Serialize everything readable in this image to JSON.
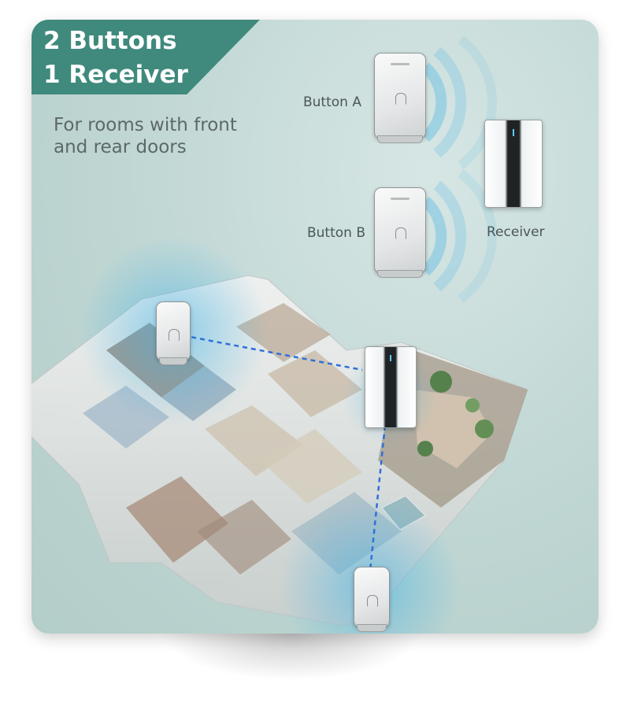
{
  "headline": {
    "line1": "2 Buttons",
    "line2": "1 Receiver"
  },
  "subtitle": "For rooms with front and rear doors",
  "labels": {
    "button_a": "Button A",
    "button_b": "Button B",
    "receiver": "Receiver"
  },
  "colors": {
    "badge": "#3f8a7d",
    "background": "#bfd6d3",
    "signal": "#3fb3e6",
    "link_line": "#2f6fd8"
  },
  "icons": {
    "push_button": "doorbell-button-icon",
    "receiver": "doorbell-receiver-icon",
    "signal": "wireless-signal-icon"
  }
}
